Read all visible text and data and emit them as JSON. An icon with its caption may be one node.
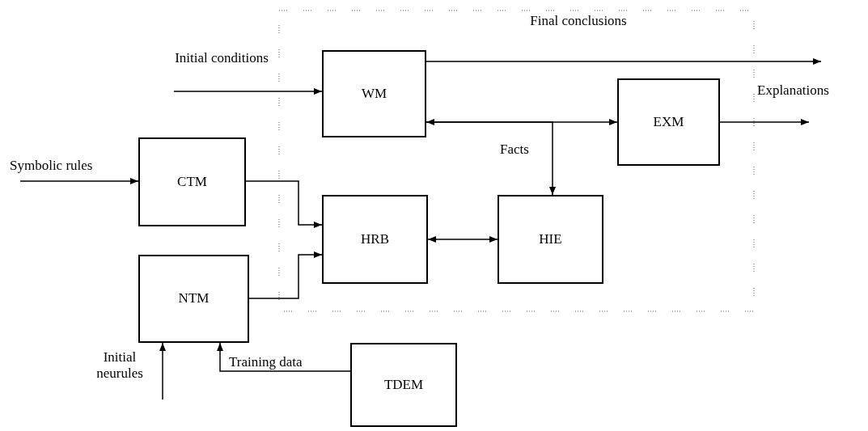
{
  "diagram": {
    "nodes": [
      {
        "text": [
          "WM"
        ]
      },
      {
        "text": [
          "EXM"
        ]
      },
      {
        "text": [
          "CTM"
        ]
      },
      {
        "text": [
          "HRB"
        ]
      },
      {
        "text": [
          "HIE"
        ]
      },
      {
        "text": [
          "NTM"
        ]
      },
      {
        "text": [
          "TDEM"
        ]
      }
    ],
    "edges": [
      {
        "from": null,
        "to": 0,
        "arrow": "to",
        "label": "Initial conditions"
      },
      {
        "from": 0,
        "to": null,
        "arrow": "to",
        "label": "Final conclusions"
      },
      {
        "from": 0,
        "to": 1,
        "arrow": "both"
      },
      {
        "from": 0,
        "to": 4,
        "arrow": "to",
        "label": "Facts"
      },
      {
        "from": 1,
        "to": null,
        "arrow": "to",
        "label": "Explanations"
      },
      {
        "from": null,
        "to": 2,
        "arrow": "to",
        "label": "Symbolic rules"
      },
      {
        "from": 2,
        "to": 3,
        "arrow": "to"
      },
      {
        "from": 5,
        "to": 3,
        "arrow": "to"
      },
      {
        "from": 3,
        "to": 4,
        "arrow": "both"
      },
      {
        "from": null,
        "to": 5,
        "arrow": "to",
        "label": "Initial neurules"
      },
      {
        "from": 6,
        "to": 5,
        "arrow": "to",
        "label": "Training data"
      }
    ]
  }
}
